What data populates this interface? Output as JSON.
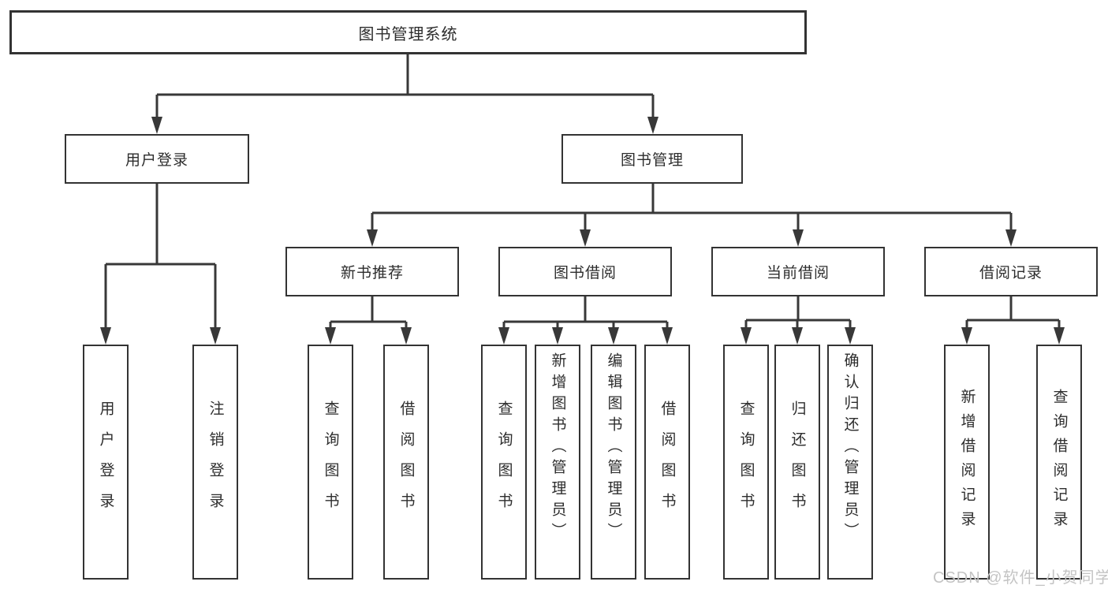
{
  "diagram": {
    "root": {
      "label": "图书管理系统",
      "children": [
        {
          "label": "用户登录",
          "children": [
            {
              "label": "用户登录"
            },
            {
              "label": "注销登录"
            }
          ]
        },
        {
          "label": "图书管理",
          "children": [
            {
              "label": "新书推荐",
              "children": [
                {
                  "label": "查询图书"
                },
                {
                  "label": "借阅图书"
                }
              ]
            },
            {
              "label": "图书借阅",
              "children": [
                {
                  "label": "查询图书"
                },
                {
                  "label": "新增图书（管理员）"
                },
                {
                  "label": "编辑图书（管理员）"
                },
                {
                  "label": "借阅图书"
                }
              ]
            },
            {
              "label": "当前借阅",
              "children": [
                {
                  "label": "查询图书"
                },
                {
                  "label": "归还图书"
                },
                {
                  "label": "确认归还（管理员）"
                }
              ]
            },
            {
              "label": "借阅记录",
              "children": [
                {
                  "label": "新增借阅记录"
                },
                {
                  "label": "查询借阅记录"
                }
              ]
            }
          ]
        }
      ]
    }
  },
  "watermark": {
    "text": "CSDN @软件_小贺同学"
  },
  "colors": {
    "line": "#383838",
    "box_border": "#333333",
    "text": "#2d2d2d",
    "watermark": "#c4c4c4",
    "background": "#ffffff"
  }
}
